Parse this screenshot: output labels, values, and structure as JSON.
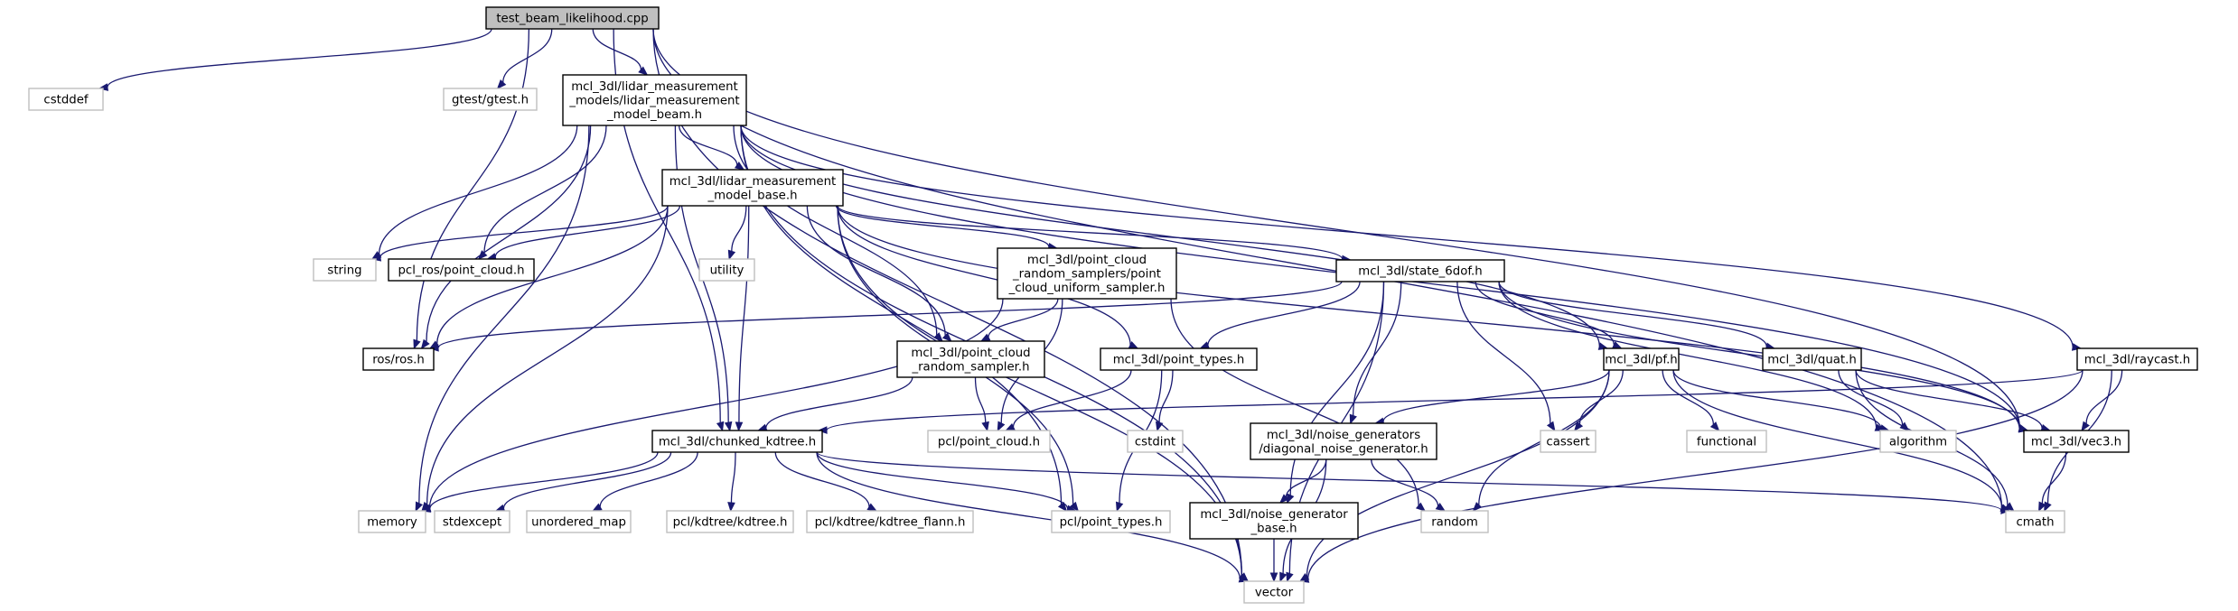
{
  "diagram": {
    "nodes": [
      {
        "id": "root",
        "lines": [
          "test_beam_likelihood.cpp"
        ],
        "kind": "root"
      },
      {
        "id": "cstddef",
        "lines": [
          "cstddef"
        ],
        "kind": "system"
      },
      {
        "id": "gtest",
        "lines": [
          "gtest/gtest.h"
        ],
        "kind": "system"
      },
      {
        "id": "beam",
        "lines": [
          "mcl_3dl/lidar_measurement",
          "_models/lidar_measurement",
          "_model_beam.h"
        ],
        "kind": "project"
      },
      {
        "id": "base",
        "lines": [
          "mcl_3dl/lidar_measurement",
          "_model_base.h"
        ],
        "kind": "project"
      },
      {
        "id": "string",
        "lines": [
          "string"
        ],
        "kind": "system"
      },
      {
        "id": "pclros",
        "lines": [
          "pcl_ros/point_cloud.h"
        ],
        "kind": "project"
      },
      {
        "id": "utility",
        "lines": [
          "utility"
        ],
        "kind": "system"
      },
      {
        "id": "uniform",
        "lines": [
          "mcl_3dl/point_cloud",
          "_random_samplers/point",
          "_cloud_uniform_sampler.h"
        ],
        "kind": "project"
      },
      {
        "id": "state6dof",
        "lines": [
          "mcl_3dl/state_6dof.h"
        ],
        "kind": "project"
      },
      {
        "id": "rosh",
        "lines": [
          "ros/ros.h"
        ],
        "kind": "project"
      },
      {
        "id": "sampler",
        "lines": [
          "mcl_3dl/point_cloud",
          "_random_sampler.h"
        ],
        "kind": "project"
      },
      {
        "id": "ptypes3dl",
        "lines": [
          "mcl_3dl/point_types.h"
        ],
        "kind": "project"
      },
      {
        "id": "pf",
        "lines": [
          "mcl_3dl/pf.h"
        ],
        "kind": "project"
      },
      {
        "id": "quat",
        "lines": [
          "mcl_3dl/quat.h"
        ],
        "kind": "project"
      },
      {
        "id": "raycast",
        "lines": [
          "mcl_3dl/raycast.h"
        ],
        "kind": "project"
      },
      {
        "id": "kdtree",
        "lines": [
          "mcl_3dl/chunked_kdtree.h"
        ],
        "kind": "project"
      },
      {
        "id": "pclcloud",
        "lines": [
          "pcl/point_cloud.h"
        ],
        "kind": "system"
      },
      {
        "id": "cstdint",
        "lines": [
          "cstdint"
        ],
        "kind": "system"
      },
      {
        "id": "diag",
        "lines": [
          "mcl_3dl/noise_generators",
          "/diagonal_noise_generator.h"
        ],
        "kind": "project"
      },
      {
        "id": "cassert",
        "lines": [
          "cassert"
        ],
        "kind": "system"
      },
      {
        "id": "functional",
        "lines": [
          "functional"
        ],
        "kind": "system"
      },
      {
        "id": "algorithm",
        "lines": [
          "algorithm"
        ],
        "kind": "system"
      },
      {
        "id": "vec3",
        "lines": [
          "mcl_3dl/vec3.h"
        ],
        "kind": "project"
      },
      {
        "id": "memory",
        "lines": [
          "memory"
        ],
        "kind": "system"
      },
      {
        "id": "stdexcept",
        "lines": [
          "stdexcept"
        ],
        "kind": "system"
      },
      {
        "id": "umap",
        "lines": [
          "unordered_map"
        ],
        "kind": "system"
      },
      {
        "id": "pclkd",
        "lines": [
          "pcl/kdtree/kdtree.h"
        ],
        "kind": "system"
      },
      {
        "id": "pclkdf",
        "lines": [
          "pcl/kdtree/kdtree_flann.h"
        ],
        "kind": "system"
      },
      {
        "id": "pclpt",
        "lines": [
          "pcl/point_types.h"
        ],
        "kind": "system"
      },
      {
        "id": "ngbase",
        "lines": [
          "mcl_3dl/noise_generator",
          "_base.h"
        ],
        "kind": "project"
      },
      {
        "id": "random",
        "lines": [
          "random"
        ],
        "kind": "system"
      },
      {
        "id": "cmath",
        "lines": [
          "cmath"
        ],
        "kind": "system"
      },
      {
        "id": "vector",
        "lines": [
          "vector"
        ],
        "kind": "system"
      }
    ]
  }
}
